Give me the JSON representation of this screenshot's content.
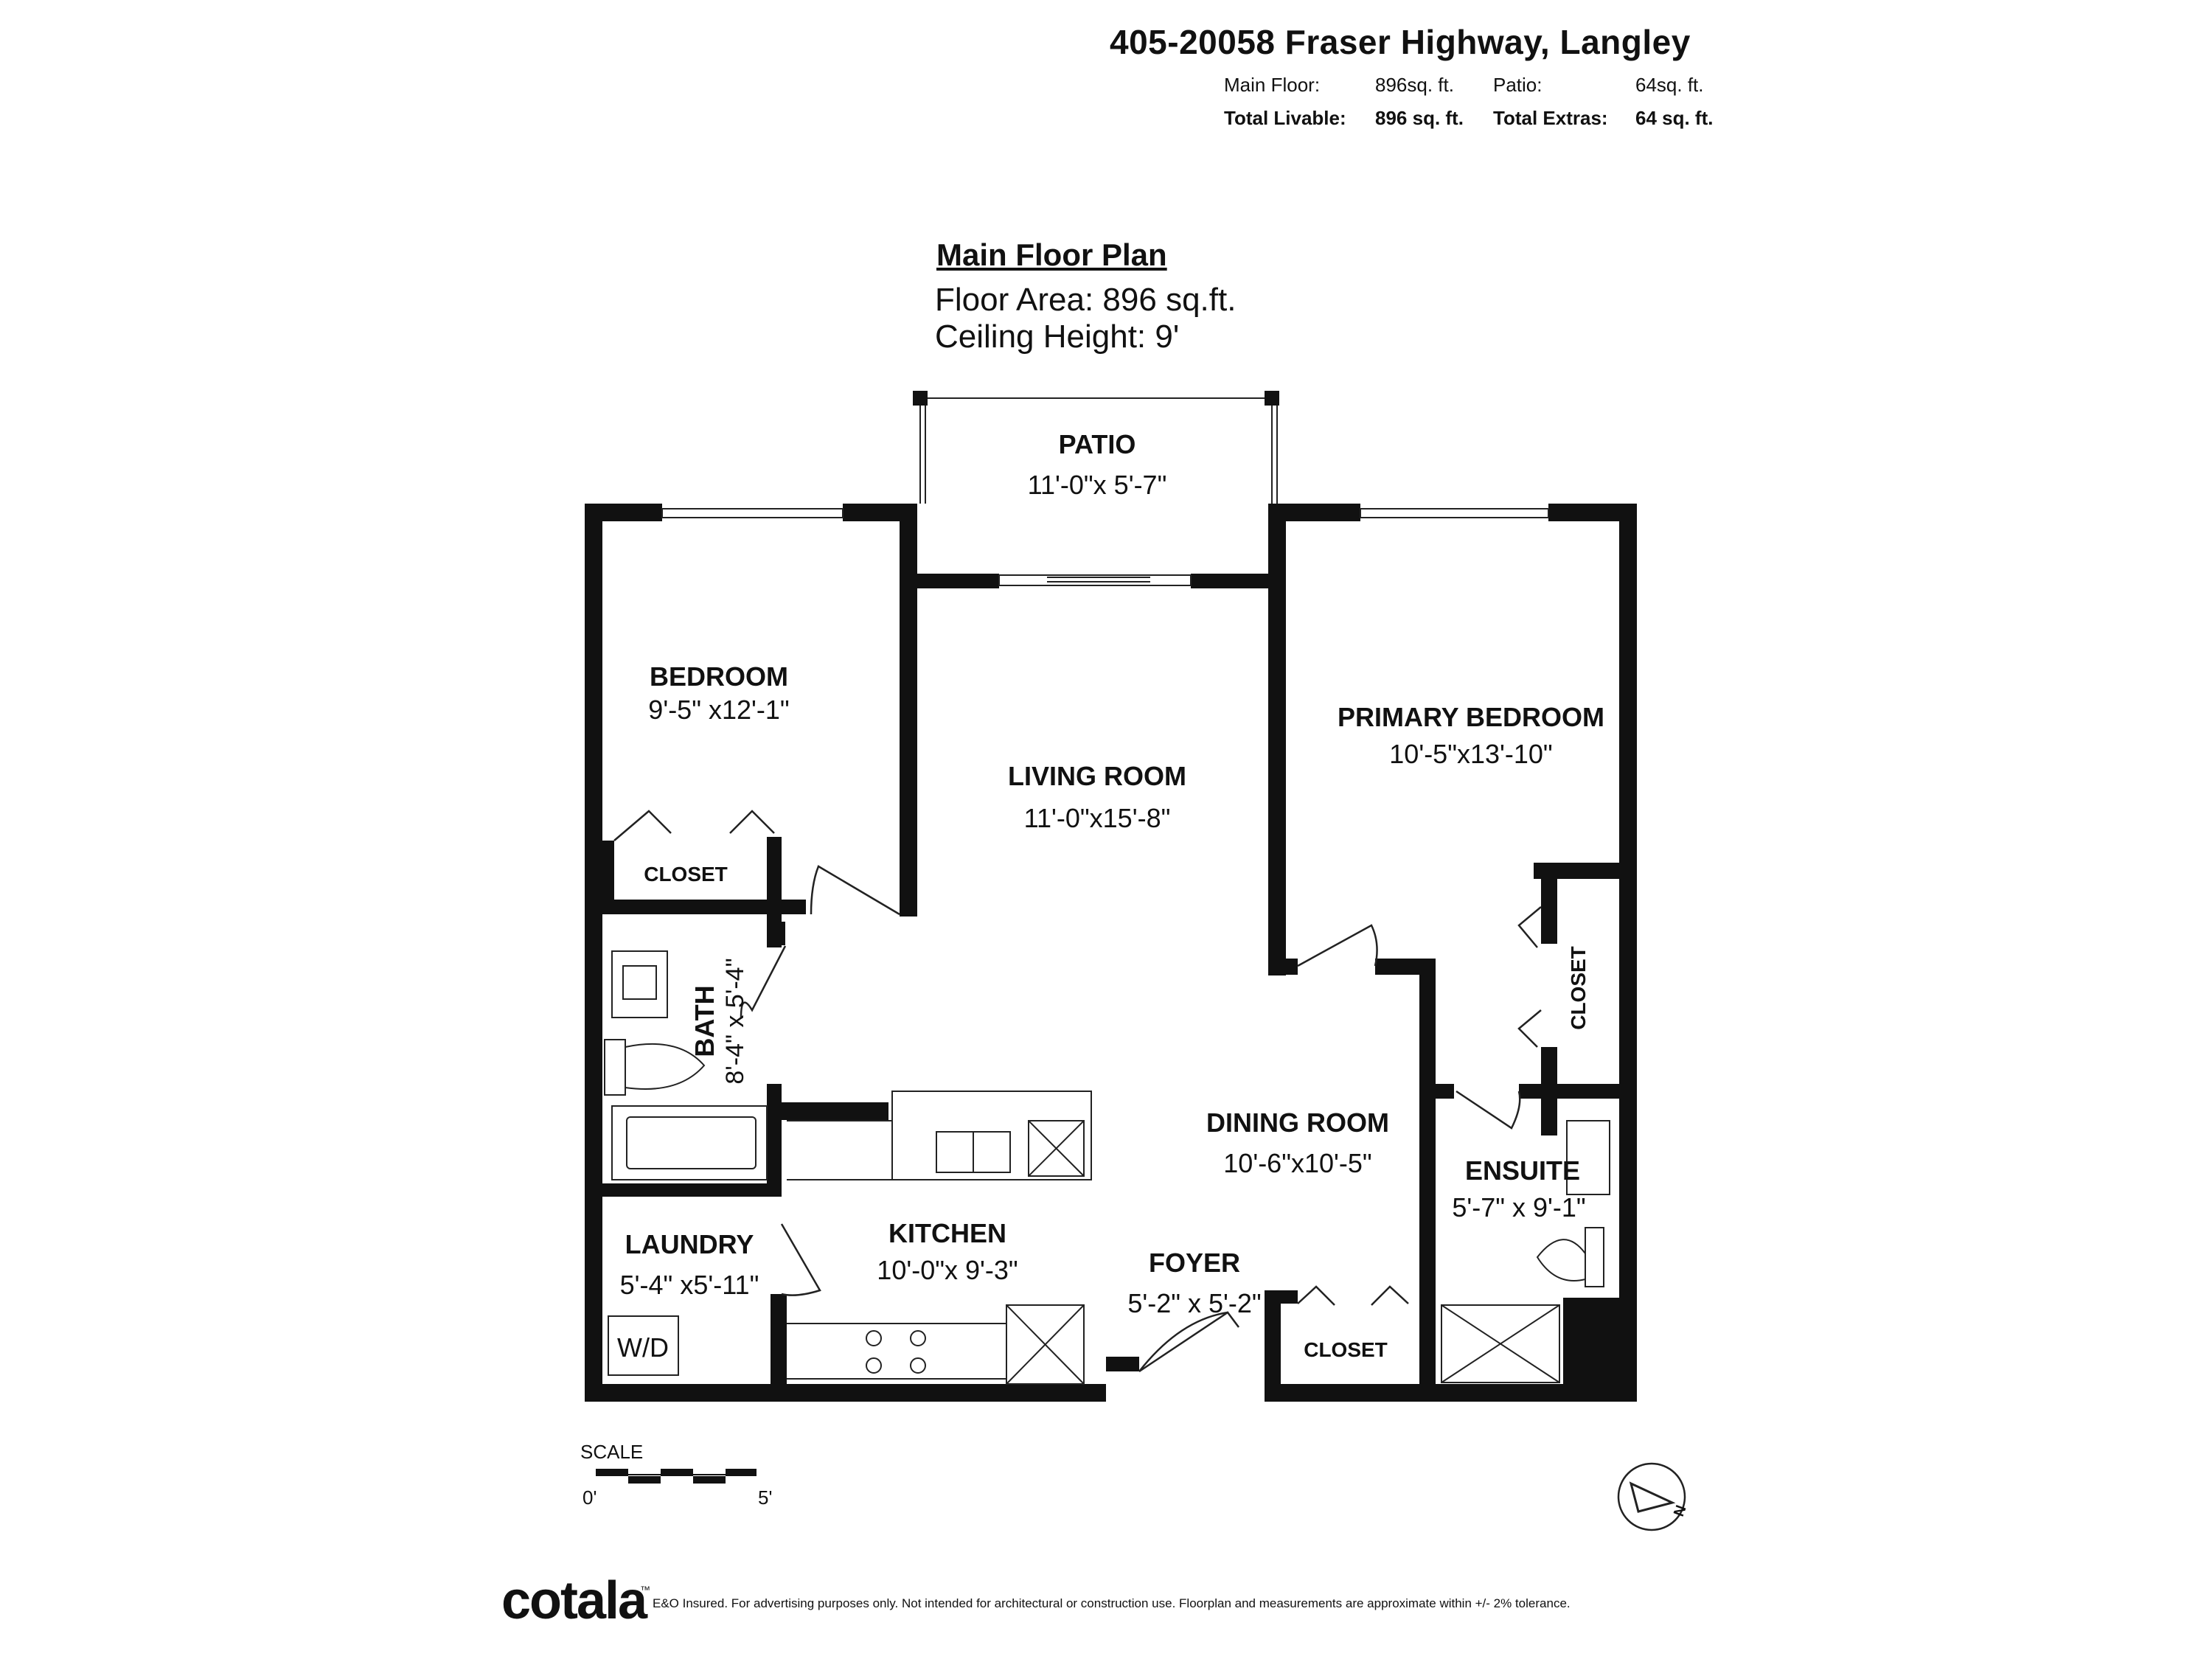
{
  "header": {
    "address": "405-20058 Fraser Highway, Langley",
    "main_floor_label": "Main Floor:",
    "main_floor_value": "896sq. ft.",
    "patio_label": "Patio:",
    "patio_value": "64sq. ft.",
    "total_livable_label": "Total Livable:",
    "total_livable_value": "896 sq. ft.",
    "total_extras_label": "Total Extras:",
    "total_extras_value": "64 sq. ft."
  },
  "plan": {
    "title": "Main Floor Plan",
    "floor_area": "Floor Area: 896 sq.ft.",
    "ceiling_height": "Ceiling Height: 9'"
  },
  "rooms": {
    "patio": {
      "name": "PATIO",
      "size": "11'-0\"x 5'-7\""
    },
    "bedroom": {
      "name": "BEDROOM",
      "size": "9'-5\" x12'-1\""
    },
    "bedroom_closet": {
      "name": "CLOSET"
    },
    "living": {
      "name": "LIVING ROOM",
      "size": "11'-0\"x15'-8\""
    },
    "primary": {
      "name": "PRIMARY BEDROOM",
      "size": "10'-5\"x13'-10\""
    },
    "primary_closet": {
      "name": "CLOSET"
    },
    "bath": {
      "name": "BATH",
      "size": "8'-4\" x 5'-4\""
    },
    "dining": {
      "name": "DINING ROOM",
      "size": "10'-6\"x10'-5\""
    },
    "ensuite": {
      "name": "ENSUITE",
      "size": "5'-7\" x 9'-1\""
    },
    "kitchen": {
      "name": "KITCHEN",
      "size": "10'-0\"x 9'-3\""
    },
    "laundry": {
      "name": "LAUNDRY",
      "size": "5'-4\" x5'-11\""
    },
    "foyer": {
      "name": "FOYER",
      "size": "5'-2\" x 5'-2\""
    },
    "foyer_closet": {
      "name": "CLOSET"
    },
    "washer_dryer": "W/D"
  },
  "scale": {
    "label": "SCALE",
    "start": "0'",
    "end": "5'"
  },
  "compass": {
    "letter": "N"
  },
  "footer": {
    "brand": "cotala",
    "tm": "™",
    "disclaimer": "E&O Insured. For advertising purposes only. Not intended for architectural or construction use. Floorplan and measurements are approximate within +/- 2% tolerance."
  },
  "colors": {
    "wall": "#111111",
    "line": "#222222",
    "background": "#ffffff"
  }
}
